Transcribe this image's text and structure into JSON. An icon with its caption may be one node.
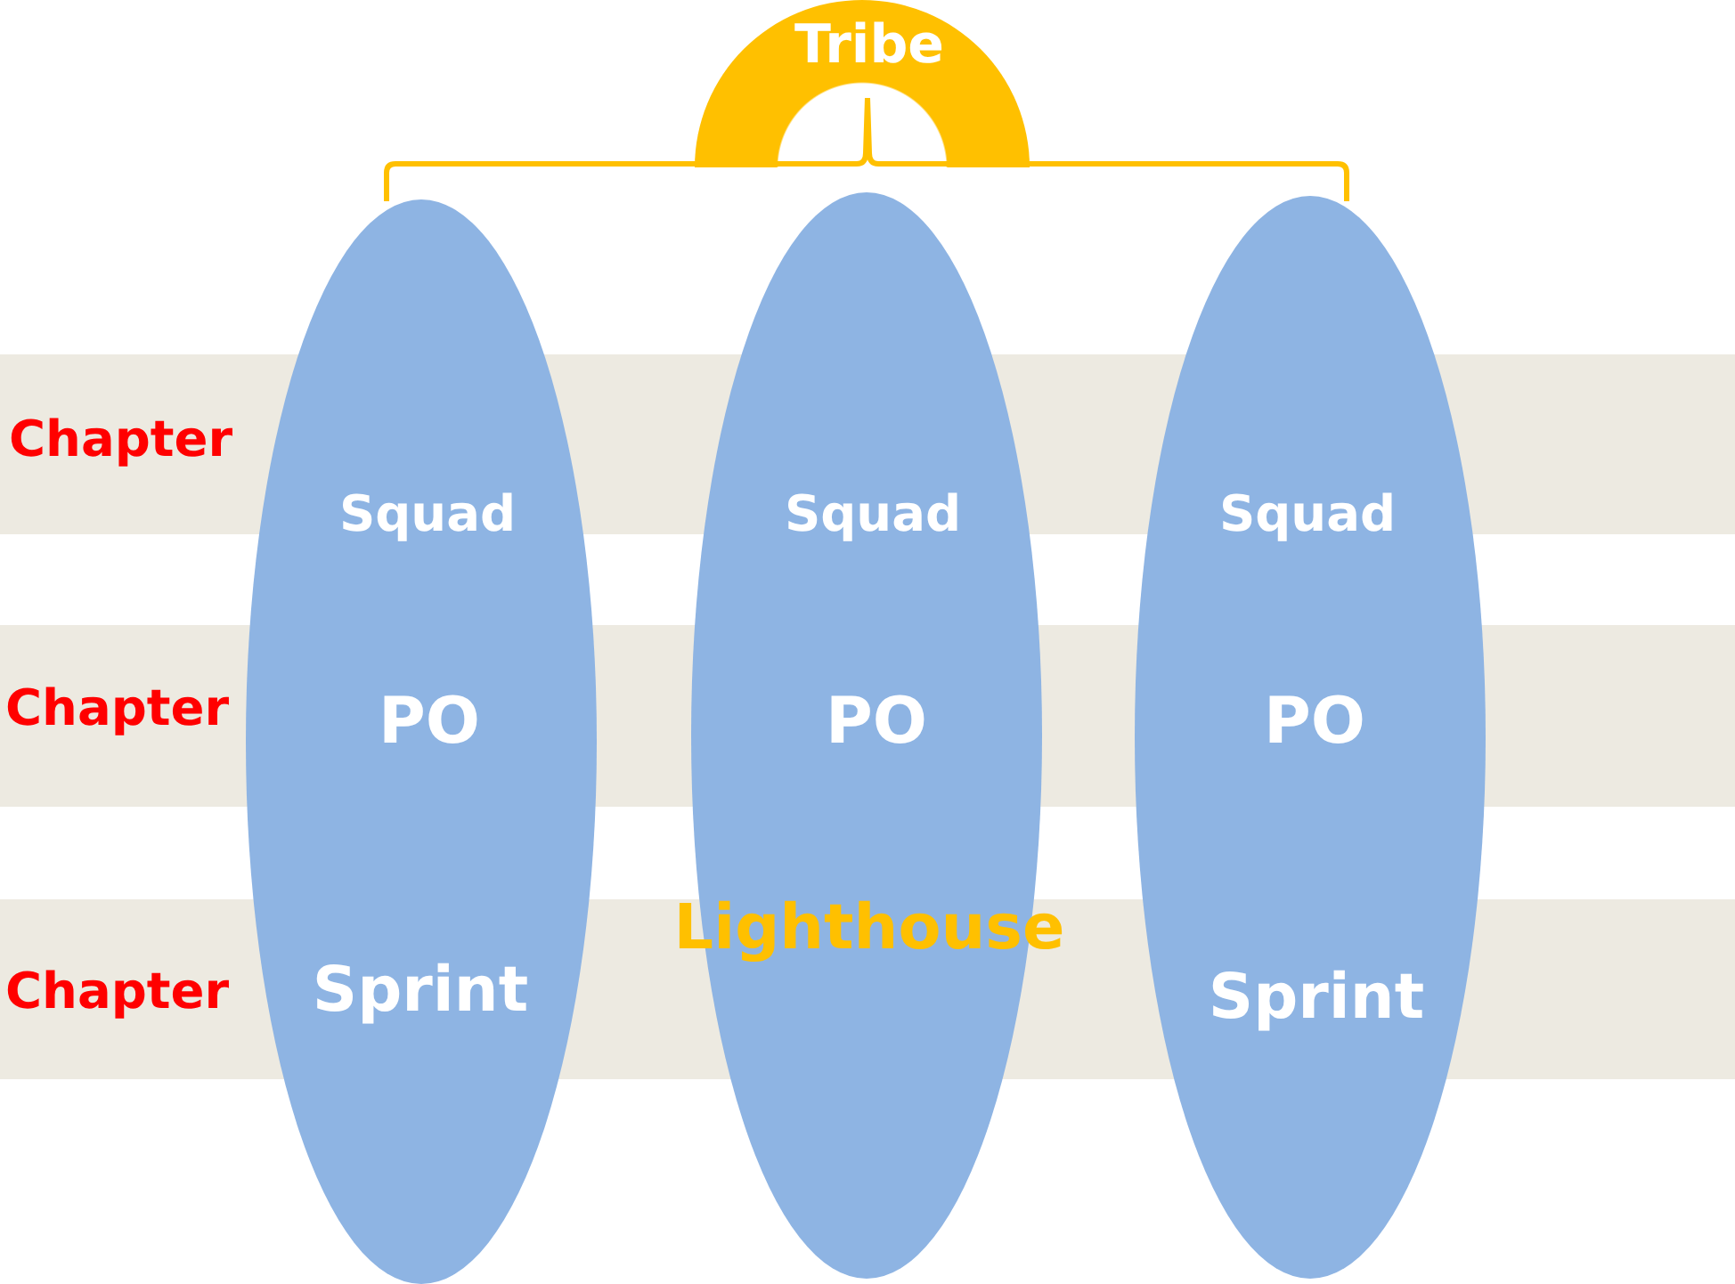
{
  "diagram": {
    "nodes": [
      {
        "text": [
          "Tribe"
        ]
      },
      {
        "text": [
          "Squad",
          "PO",
          "Sprint"
        ]
      },
      {
        "text": [
          "Squad",
          "PO"
        ]
      },
      {
        "text": [
          "Squad",
          "PO",
          "Sprint"
        ]
      },
      {
        "text": [
          "Chapter"
        ]
      },
      {
        "text": [
          "Chapter"
        ]
      },
      {
        "text": [
          "Chapter"
        ]
      }
    ],
    "labels": [
      "Lighthouse"
    ]
  }
}
